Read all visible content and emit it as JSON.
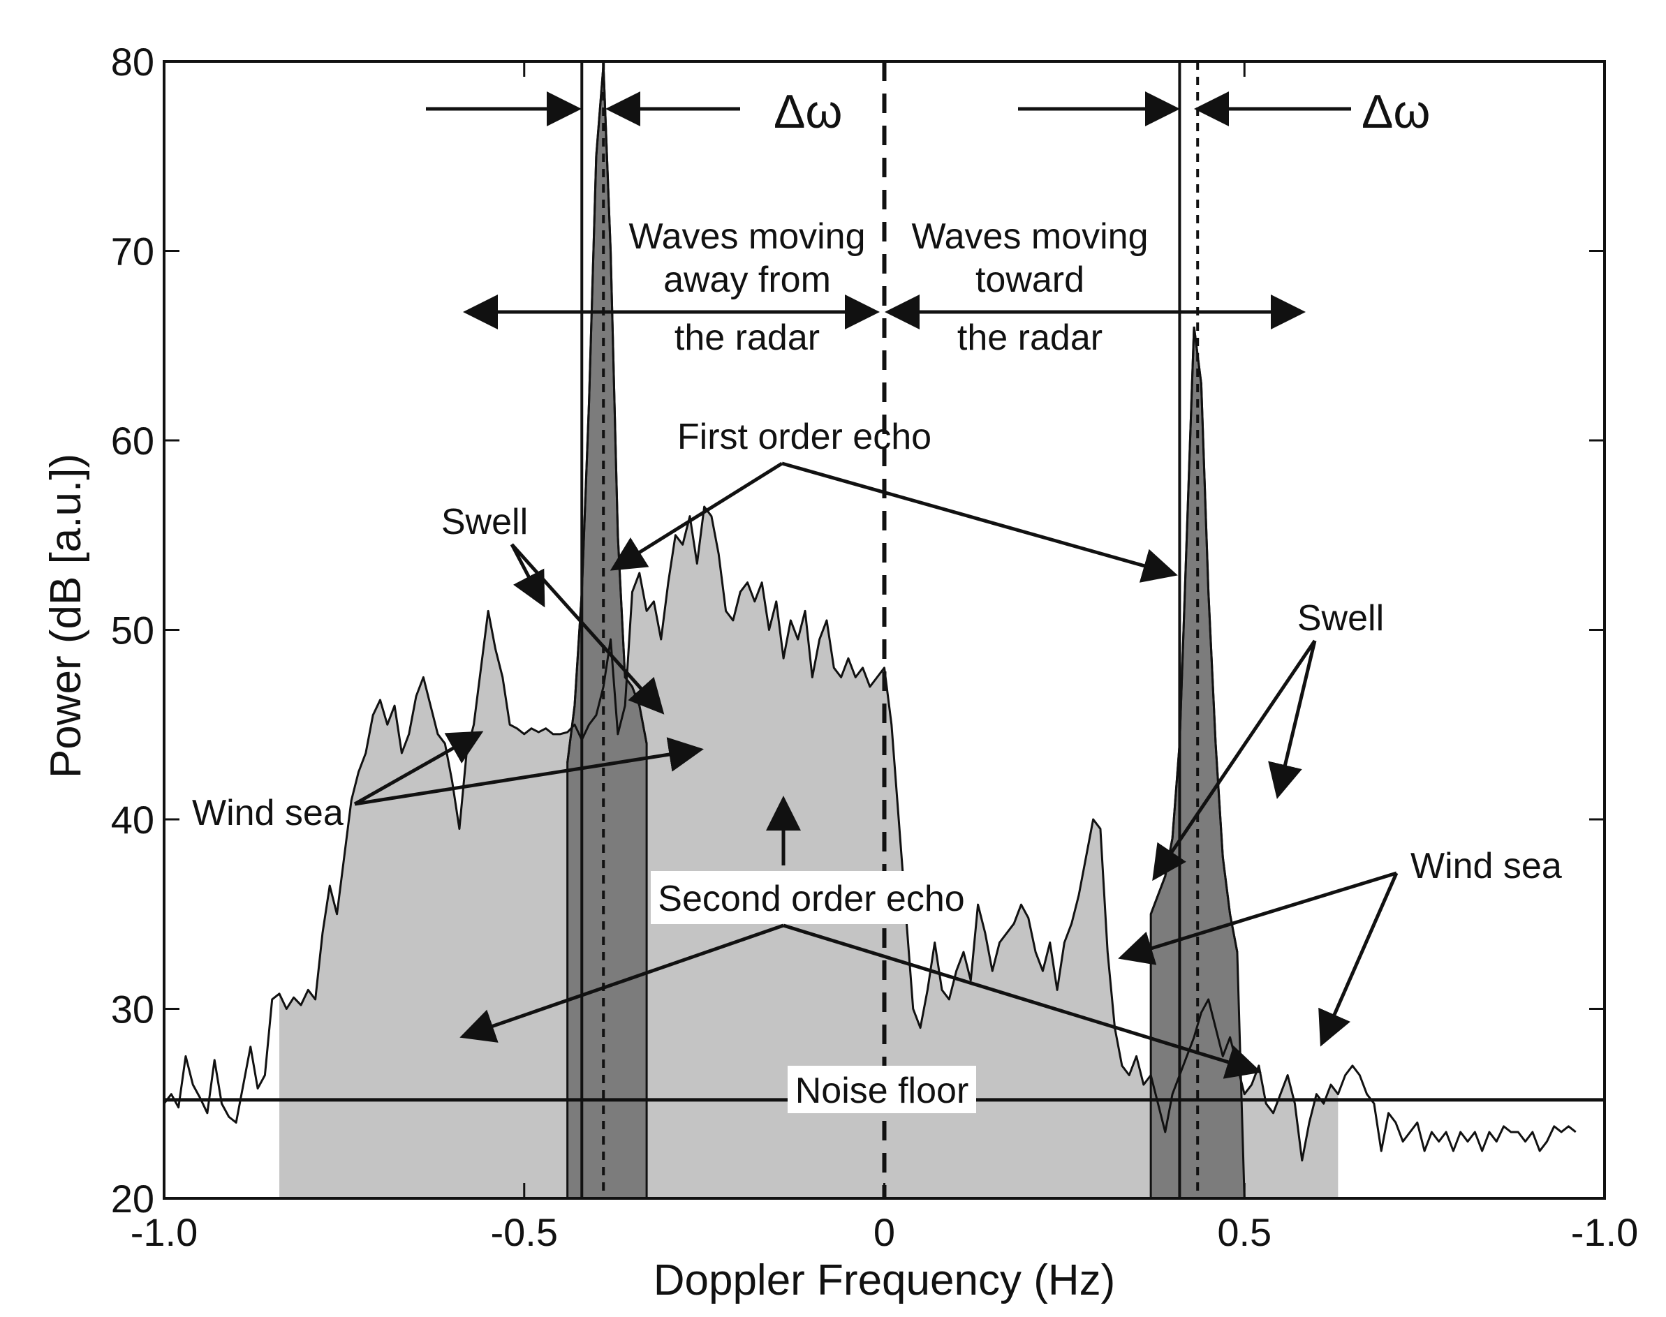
{
  "chart_data": {
    "type": "area",
    "xlabel": "Doppler Frequency (Hz)",
    "ylabel": "Power (dB [a.u.])",
    "xlim": [
      -1.0,
      1.0
    ],
    "ylim": [
      20,
      80
    ],
    "x_ticks": [
      -1.0,
      -0.5,
      0,
      0.5,
      1.0
    ],
    "x_tick_labels": [
      "-1.0",
      "-0.5",
      "0",
      "0.5",
      "-1.0"
    ],
    "y_ticks": [
      20,
      30,
      40,
      50,
      60,
      70,
      80
    ],
    "y_tick_labels": [
      "20",
      "30",
      "40",
      "50",
      "60",
      "70",
      "80"
    ],
    "grid": false,
    "noise_floor": 25.2,
    "spectrum": {
      "x": [
        -1.0,
        -0.99,
        -0.98,
        -0.97,
        -0.96,
        -0.95,
        -0.94,
        -0.93,
        -0.92,
        -0.91,
        -0.9,
        -0.89,
        -0.88,
        -0.87,
        -0.86,
        -0.85,
        -0.84,
        -0.83,
        -0.82,
        -0.81,
        -0.8,
        -0.79,
        -0.78,
        -0.77,
        -0.76,
        -0.75,
        -0.74,
        -0.73,
        -0.72,
        -0.71,
        -0.7,
        -0.69,
        -0.68,
        -0.67,
        -0.66,
        -0.65,
        -0.64,
        -0.63,
        -0.62,
        -0.61,
        -0.6,
        -0.59,
        -0.58,
        -0.57,
        -0.56,
        -0.55,
        -0.54,
        -0.53,
        -0.52,
        -0.51,
        -0.5,
        -0.49,
        -0.48,
        -0.47,
        -0.46,
        -0.45,
        -0.44,
        -0.43,
        -0.42,
        -0.41,
        -0.4,
        -0.39,
        -0.38,
        -0.37,
        -0.36,
        -0.35,
        -0.34,
        -0.33,
        -0.32,
        -0.31,
        -0.3,
        -0.29,
        -0.28,
        -0.27,
        -0.26,
        -0.25,
        -0.24,
        -0.23,
        -0.22,
        -0.21,
        -0.2,
        -0.19,
        -0.18,
        -0.17,
        -0.16,
        -0.15,
        -0.14,
        -0.13,
        -0.12,
        -0.11,
        -0.1,
        -0.09,
        -0.08,
        -0.07,
        -0.06,
        -0.05,
        -0.04,
        -0.03,
        -0.02,
        -0.01,
        0.0,
        0.01,
        0.02,
        0.03,
        0.04,
        0.05,
        0.06,
        0.07,
        0.08,
        0.09,
        0.1,
        0.11,
        0.12,
        0.13,
        0.14,
        0.15,
        0.16,
        0.17,
        0.18,
        0.19,
        0.2,
        0.21,
        0.22,
        0.23,
        0.24,
        0.25,
        0.26,
        0.27,
        0.28,
        0.29,
        0.3,
        0.31,
        0.32,
        0.33,
        0.34,
        0.35,
        0.36,
        0.37,
        0.38,
        0.39,
        0.4,
        0.41,
        0.42,
        0.43,
        0.44,
        0.45,
        0.46,
        0.47,
        0.48,
        0.49,
        0.5,
        0.51,
        0.52,
        0.53,
        0.54,
        0.55,
        0.56,
        0.57,
        0.58,
        0.59,
        0.6,
        0.61,
        0.62,
        0.63,
        0.64,
        0.65,
        0.66,
        0.67,
        0.68,
        0.69,
        0.7,
        0.71,
        0.72,
        0.73,
        0.74,
        0.75,
        0.76,
        0.77,
        0.78,
        0.79,
        0.8,
        0.81,
        0.82,
        0.83,
        0.84,
        0.85,
        0.86,
        0.87,
        0.88,
        0.89,
        0.9,
        0.91,
        0.92,
        0.93,
        0.94,
        0.95,
        0.96,
        0.97,
        0.98,
        0.99,
        1.0
      ],
      "y": [
        25.0,
        25.5,
        24.8,
        27.5,
        26.0,
        25.3,
        24.5,
        27.3,
        25.0,
        24.3,
        24.0,
        26.0,
        28.0,
        25.8,
        26.5,
        30.5,
        30.8,
        30.0,
        30.6,
        30.2,
        31.0,
        30.5,
        34.0,
        36.5,
        35.0,
        38.0,
        41.0,
        42.5,
        43.5,
        45.5,
        46.3,
        45.0,
        46.0,
        43.5,
        44.5,
        46.5,
        47.5,
        46.0,
        44.5,
        44.0,
        42.0,
        39.5,
        43.5,
        45.0,
        48.0,
        51.0,
        49.0,
        47.5,
        45.0,
        44.8,
        44.5,
        44.8,
        44.6,
        44.8,
        44.5,
        44.5,
        44.6,
        45.0,
        44.2,
        45.0,
        45.5,
        47.0,
        49.5,
        44.5,
        46.0,
        52.0,
        53.0,
        51.0,
        51.5,
        49.5,
        52.5,
        55.0,
        54.5,
        56.0,
        53.5,
        56.5,
        56.0,
        54.0,
        51.0,
        50.5,
        52.0,
        52.5,
        51.5,
        52.5,
        50.0,
        51.5,
        48.5,
        50.5,
        49.5,
        51.0,
        47.5,
        49.5,
        50.5,
        48.0,
        47.5,
        48.5,
        47.5,
        48.0,
        47.0,
        47.5,
        48.0,
        45.0,
        40.0,
        35.0,
        30.0,
        29.0,
        31.0,
        33.5,
        31.0,
        30.5,
        32.0,
        33.0,
        31.5,
        35.5,
        34.0,
        32.0,
        33.5,
        34.0,
        34.5,
        35.5,
        34.8,
        33.0,
        32.0,
        33.5,
        31.0,
        33.5,
        34.5,
        36.0,
        38.0,
        40.0,
        39.5,
        33.0,
        29.0,
        27.0,
        26.5,
        27.5,
        26.0,
        26.5,
        25.0,
        23.5,
        25.5,
        26.5,
        27.5,
        28.5,
        29.8,
        30.5,
        29.0,
        27.5,
        28.5,
        27.0,
        25.5,
        26.0,
        27.0,
        25.0,
        24.5,
        25.5,
        26.5,
        25.0,
        22.0,
        24.0,
        25.5,
        25.0,
        26.0,
        25.5,
        26.5,
        27.0,
        26.5,
        25.5,
        25.0,
        22.5,
        24.5,
        24.0,
        23.0,
        23.5,
        24.0,
        22.5,
        23.5,
        23.0,
        23.5,
        22.5,
        23.5,
        23.0,
        23.5,
        22.5,
        23.5,
        23.0,
        23.8,
        23.5,
        23.5,
        23.0,
        23.5,
        22.5,
        23.0,
        23.8,
        23.5,
        23.8,
        23.5
      ]
    },
    "second_order_region": {
      "x": [
        -0.84,
        0.63
      ]
    },
    "first_order_echo": {
      "x": [
        -0.44,
        -0.43,
        -0.42,
        -0.41,
        -0.4,
        -0.39,
        -0.38,
        -0.37,
        -0.36,
        -0.35,
        -0.34,
        -0.33,
        0.37,
        0.38,
        0.39,
        0.4,
        0.41,
        0.42,
        0.43,
        0.44,
        0.45,
        0.46,
        0.47,
        0.48,
        0.49
      ],
      "y": [
        43.0,
        46.0,
        52.0,
        62.0,
        75.0,
        79.8,
        70.0,
        55.0,
        47.5,
        47.0,
        46.0,
        44.0,
        35.0,
        36.0,
        37.0,
        39.0,
        44.0,
        55.0,
        66.0,
        63.0,
        52.0,
        44.0,
        38.0,
        35.0,
        33.0
      ],
      "bands": [
        {
          "x": [
            -0.44,
            -0.33
          ]
        },
        {
          "x": [
            0.37,
            0.5
          ]
        }
      ]
    },
    "vertical_lines": {
      "solid": [
        -0.42,
        0.41
      ],
      "dotted": [
        -0.39,
        0.435
      ],
      "dashed": [
        0.0
      ]
    },
    "annotations": {
      "delta_left": "Δω",
      "delta_right": "Δω",
      "away_line1": "Waves moving",
      "away_line2": "away from",
      "away_line3": "the radar",
      "toward_line1": "Waves moving",
      "toward_line2": "toward",
      "toward_line3": "the radar",
      "first_order": "First order echo",
      "swell_left": "Swell",
      "swell_right": "Swell",
      "wind_sea_left": "Wind sea",
      "wind_sea_right": "Wind sea",
      "second_order": "Second order echo",
      "noise_floor": "Noise floor"
    },
    "colors": {
      "second_order_fill": "#c4c4c4",
      "first_order_fill": "#7c7c7c",
      "line": "#111111"
    }
  }
}
